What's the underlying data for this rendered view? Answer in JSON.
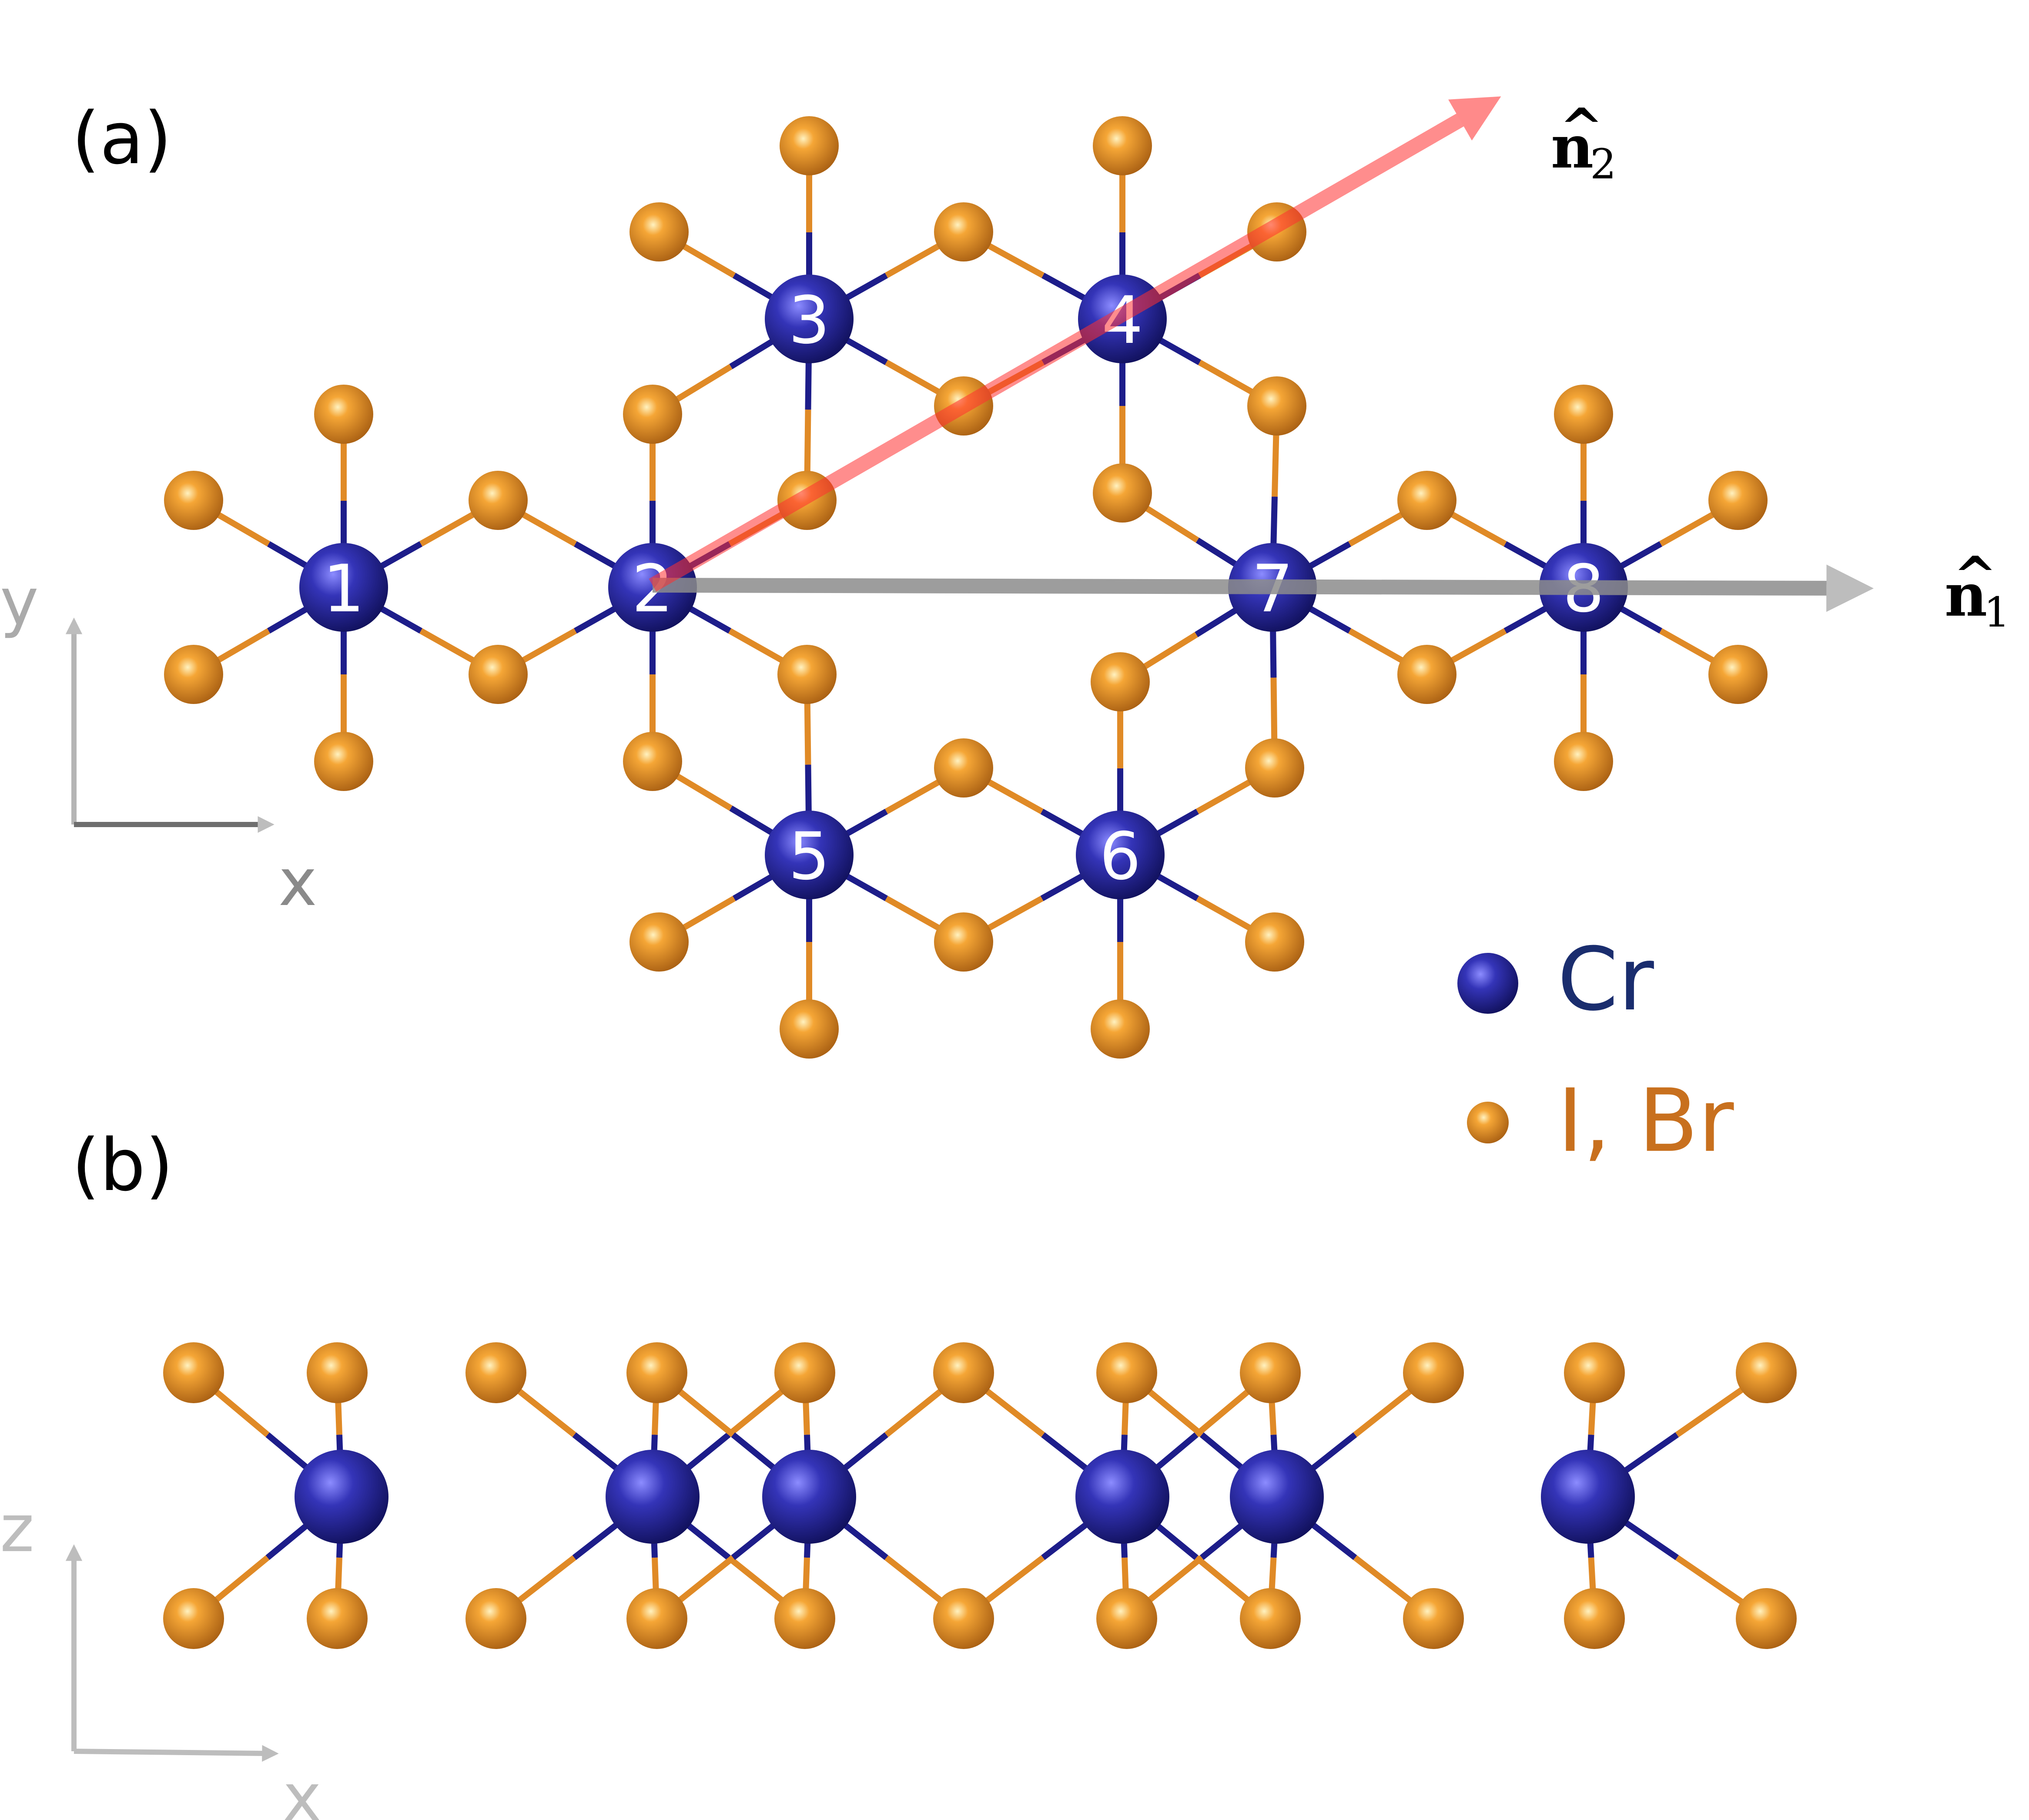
{
  "panels": {
    "a": {
      "label": "(a)"
    },
    "b": {
      "label": "(b)"
    }
  },
  "vectors": {
    "n1": {
      "symbol": "n",
      "hat": "^",
      "subscript": "1",
      "color": "#9a9a9a"
    },
    "n2": {
      "symbol": "n",
      "hat": "^",
      "subscript": "2",
      "color": "#ff8080"
    }
  },
  "axes": {
    "panel_a": {
      "horizontal": "x",
      "vertical": "y"
    },
    "panel_b": {
      "horizontal": "x",
      "vertical": "z"
    }
  },
  "cr_sites": [
    "1",
    "2",
    "3",
    "4",
    "5",
    "6",
    "7",
    "8"
  ],
  "legend": {
    "cr": {
      "label": "Cr",
      "color": "#1a1a6e"
    },
    "halide": {
      "label": "I, Br",
      "color": "#c8701e"
    }
  },
  "colors": {
    "cr_atom": "#26268f",
    "halide_atom": "#e8901e",
    "cr_bond": "#1d1d8a",
    "halide_bond": "#e08a26",
    "axis_gray": "#b5b5b5"
  }
}
